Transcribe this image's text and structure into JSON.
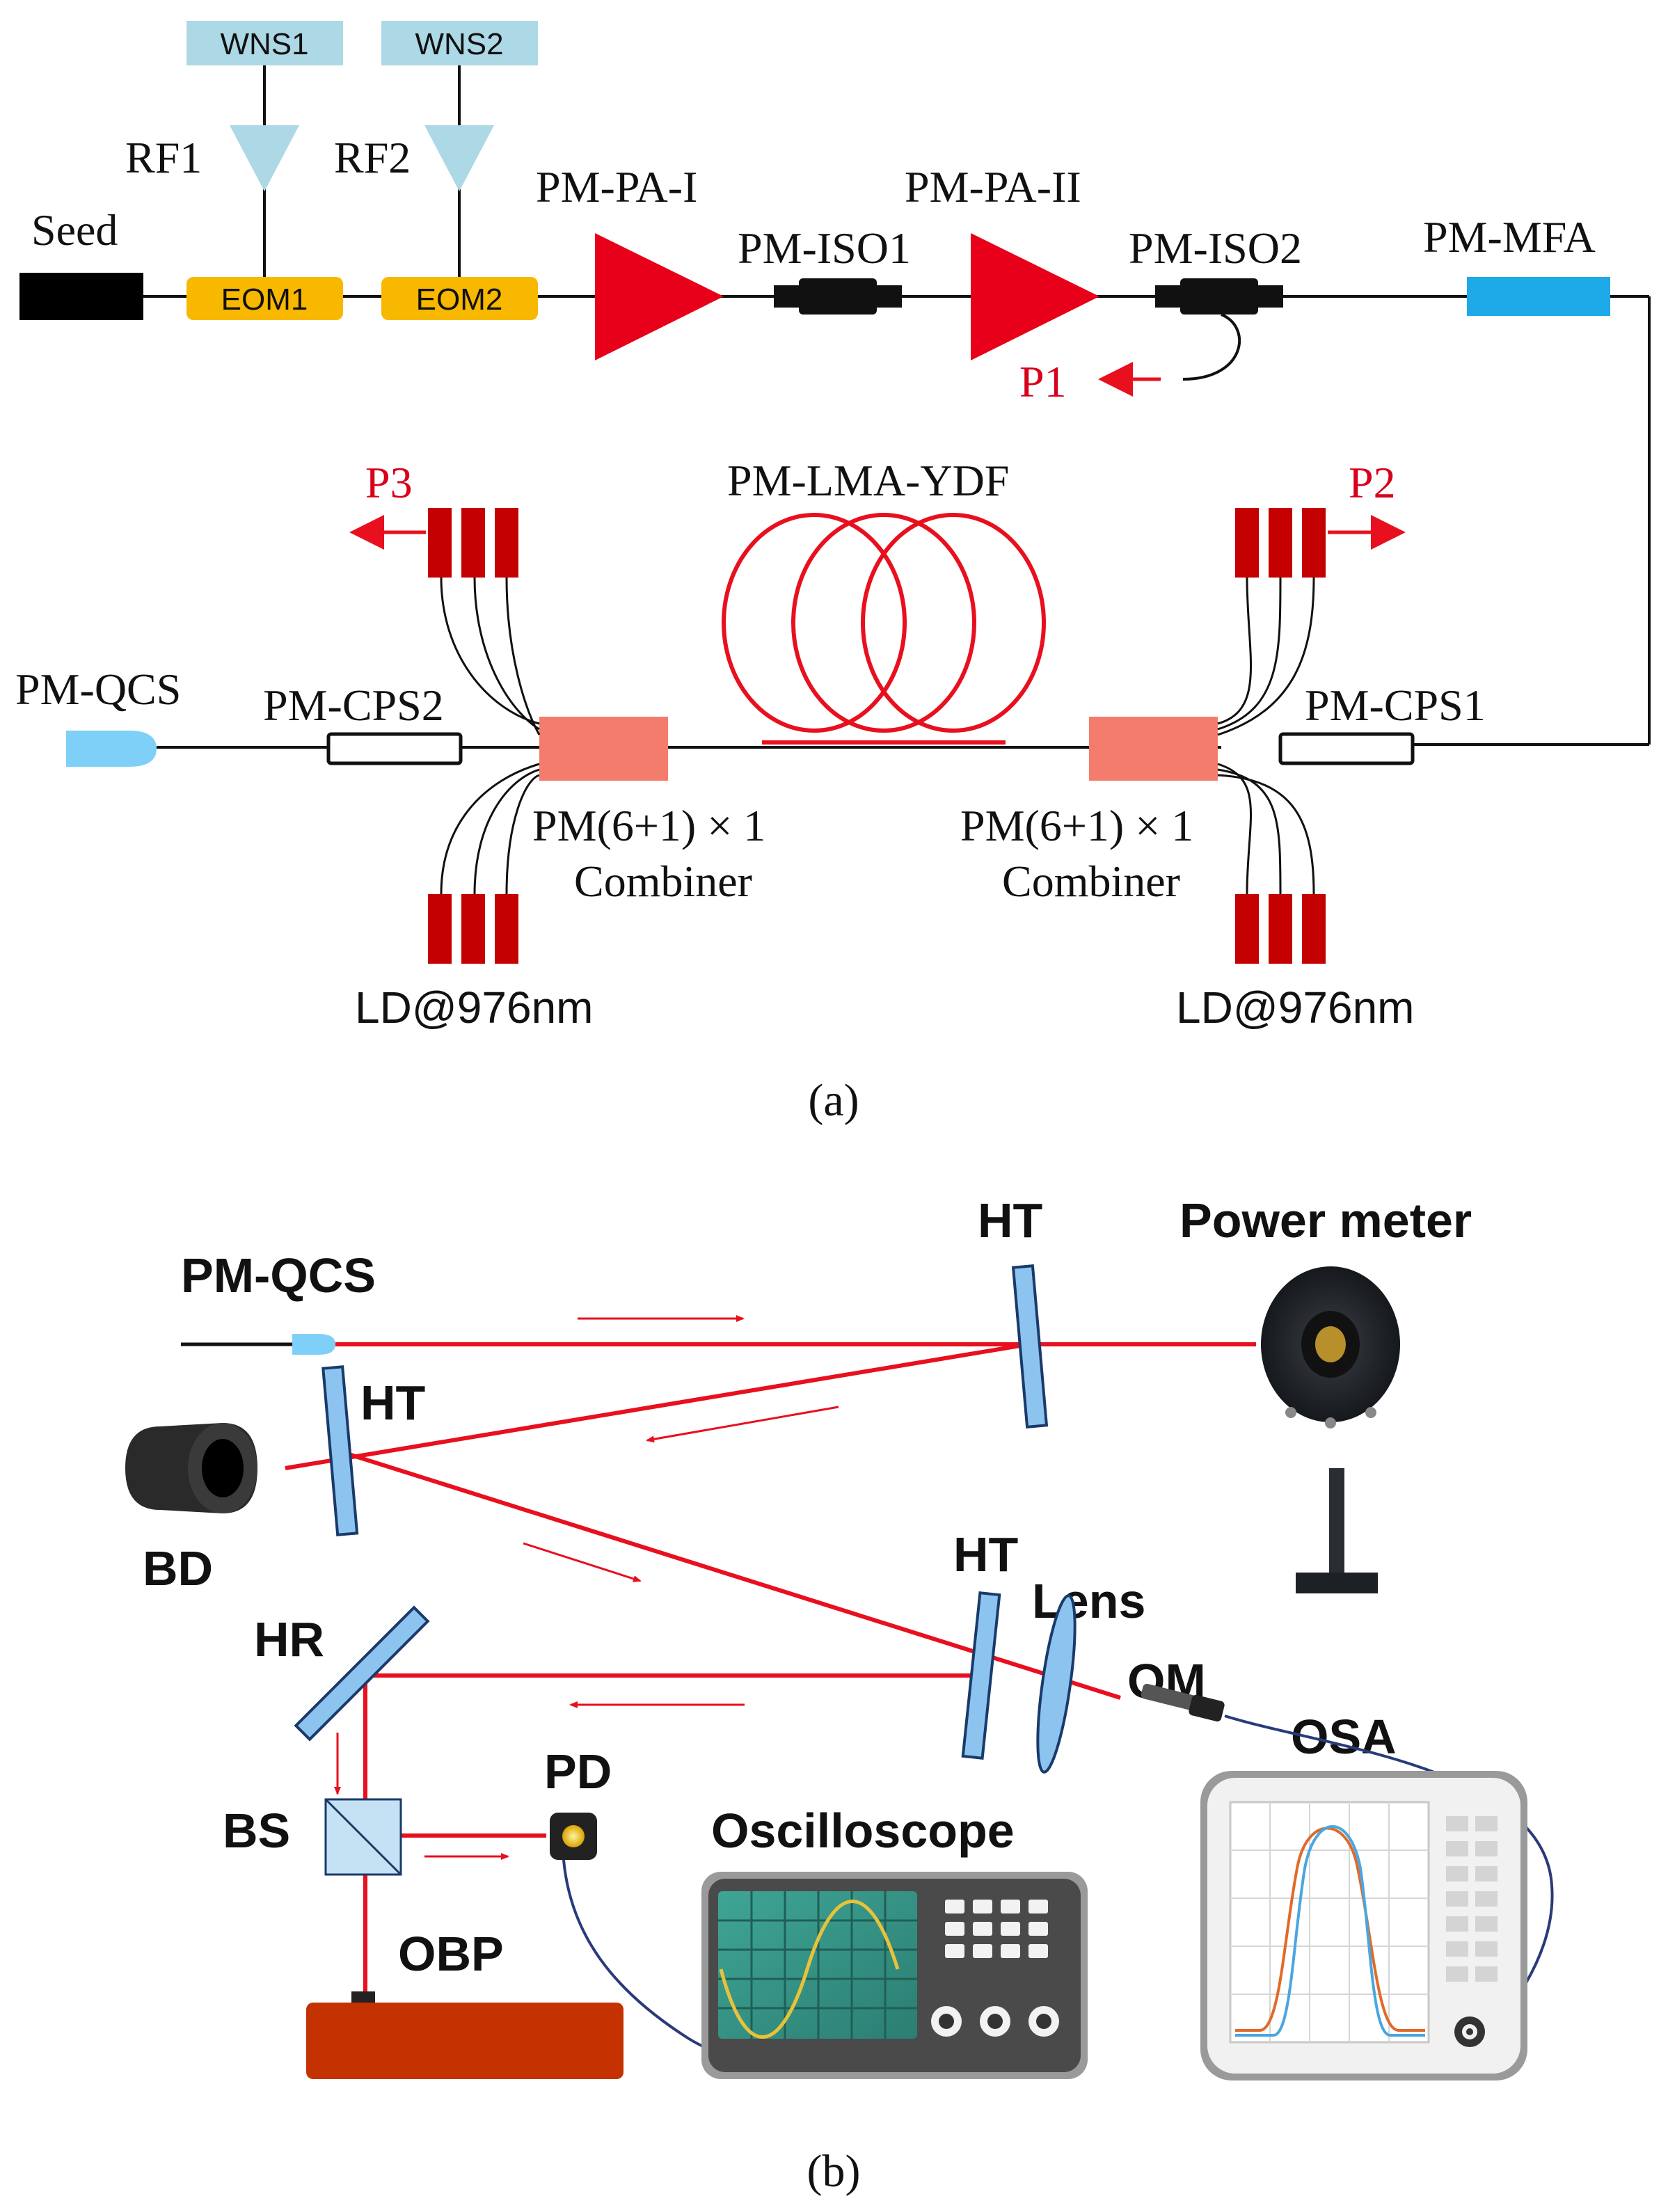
{
  "panel_a": {
    "caption": "(a)",
    "wns1": "WNS1",
    "wns2": "WNS2",
    "rf1": "RF1",
    "rf2": "RF2",
    "seed": "Seed",
    "eom1": "EOM1",
    "eom2": "EOM2",
    "pm_pa_i": "PM-PA-I",
    "pm_pa_ii": "PM-PA-II",
    "pm_iso1": "PM-ISO1",
    "pm_iso2": "PM-ISO2",
    "pm_mfa": "PM-MFA",
    "p1": "P1",
    "p2": "P2",
    "p3": "P3",
    "pm_lma_ydf": "PM-LMA-YDF",
    "pm_qcs": "PM-QCS",
    "pm_cps1": "PM-CPS1",
    "pm_cps2": "PM-CPS2",
    "combiner_left_line1": "PM(6+1) × 1",
    "combiner_left_line2": "Combiner",
    "combiner_right_line1": "PM(6+1) × 1",
    "combiner_right_line2": "Combiner",
    "ld_left": "LD@976nm",
    "ld_right": "LD@976nm"
  },
  "panel_b": {
    "caption": "(b)",
    "pm_qcs": "PM-QCS",
    "ht_top": "HT",
    "power_meter": "Power meter",
    "ht_left": "HT",
    "bd": "BD",
    "ht_lower": "HT",
    "lens": "Lens",
    "om": "OM",
    "hr": "HR",
    "osa": "OSA",
    "pd": "PD",
    "bs": "BS",
    "oscilloscope": "Oscilloscope",
    "obp": "OBP"
  },
  "colors": {
    "laser_red": "#e8101e",
    "amp_red": "#e8001a",
    "ld_dark_red": "#c40000",
    "wns_blue": "#add8e6",
    "eom_yellow": "#f8b800",
    "mfa_blue": "#1ea9e8",
    "combiner_pink": "#f47c6c",
    "qcs_blue": "#7fd0f8",
    "obp_brown": "#c33200"
  }
}
